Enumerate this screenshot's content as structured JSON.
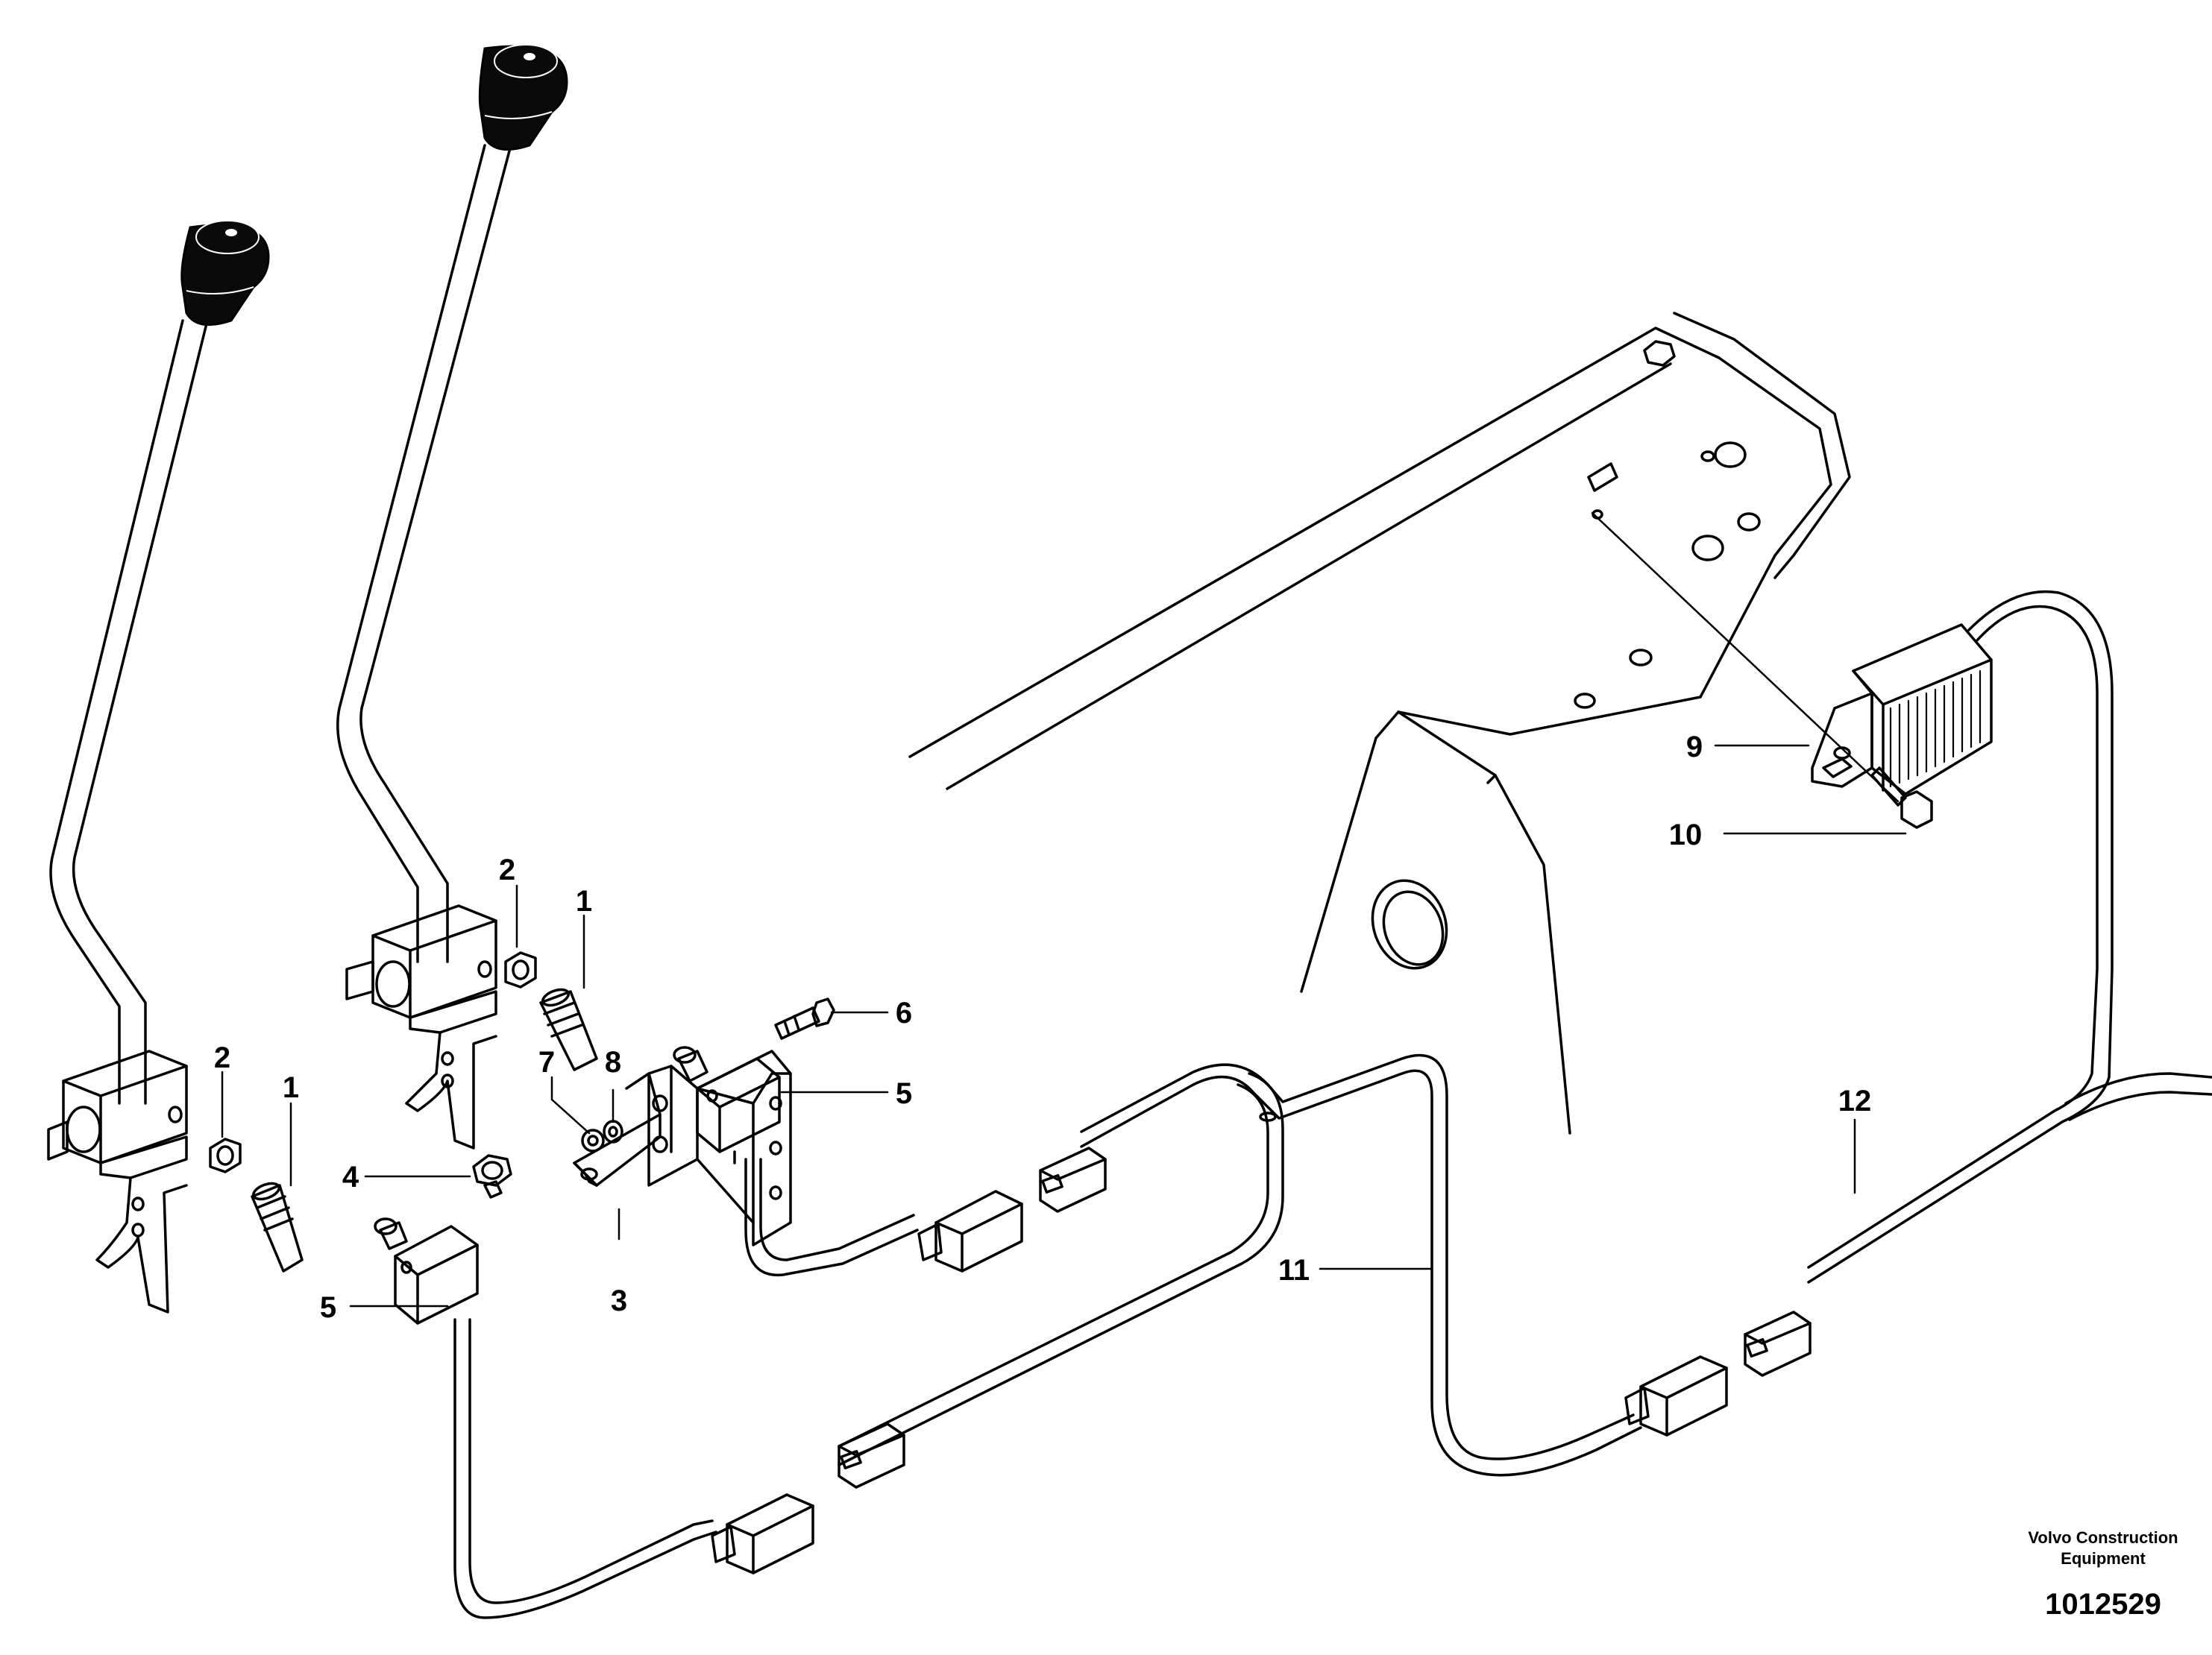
{
  "callouts": {
    "c1a": "1",
    "c1b": "1",
    "c2a": "2",
    "c2b": "2",
    "c3": "3",
    "c4": "4",
    "c5a": "5",
    "c5b": "5",
    "c6": "6",
    "c7": "7",
    "c8": "8",
    "c9": "9",
    "c10": "10",
    "c11": "11",
    "c12": "12"
  },
  "caption": {
    "manufacturer_line1": "Volvo Construction",
    "manufacturer_line2": "Equipment",
    "drawing_number": "1012529"
  },
  "colors": {
    "ink": "#000000",
    "background": "#ffffff",
    "knob": "#0a0a0a"
  }
}
